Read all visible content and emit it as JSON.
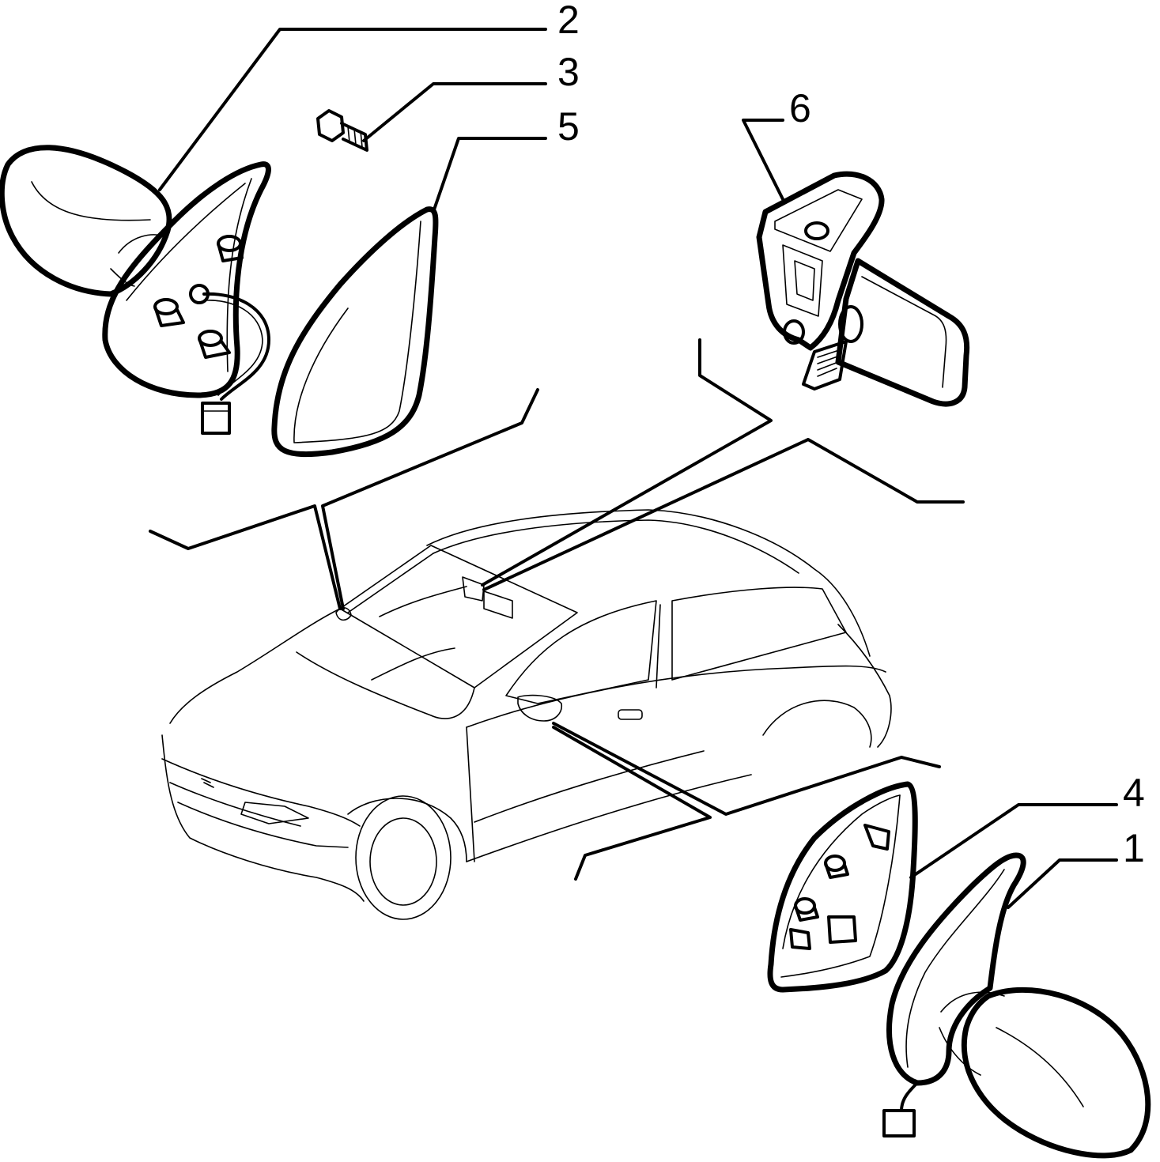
{
  "diagram": {
    "callouts": [
      {
        "id": "2",
        "text": "2"
      },
      {
        "id": "3",
        "text": "3"
      },
      {
        "id": "5",
        "text": "5"
      },
      {
        "id": "6",
        "text": "6"
      },
      {
        "id": "4",
        "text": "4"
      },
      {
        "id": "1",
        "text": "1"
      }
    ],
    "colors": {
      "ink": "#000000",
      "paper": "#ffffff"
    }
  }
}
